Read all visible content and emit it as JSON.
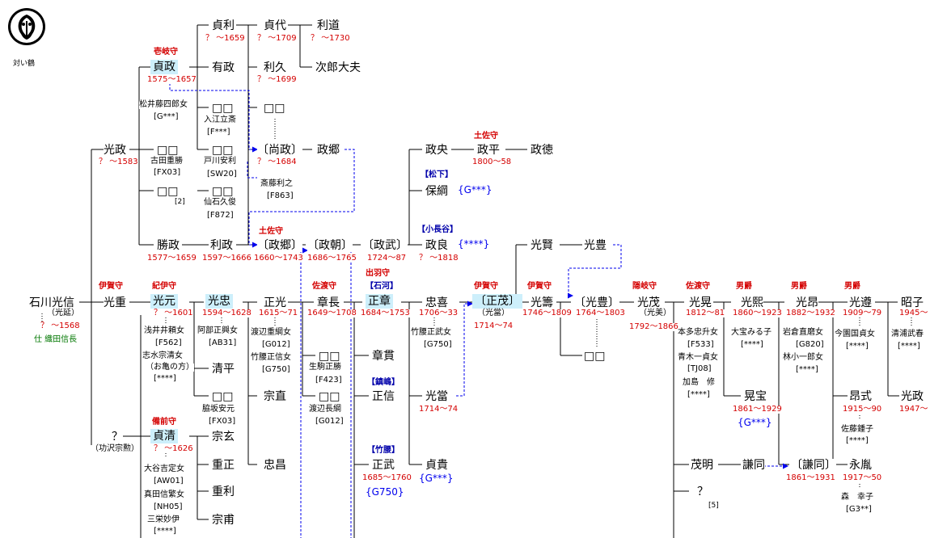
{
  "crest_caption": "対い鶴",
  "colors": {
    "year": "#d40000",
    "title": "#d40000",
    "branch": "#0000aa",
    "link": "#0000ee",
    "highlight": "#cdeffb",
    "service": "#007700"
  },
  "people": {
    "mitsunobu": {
      "name": "石川光信",
      "alias": "（光延）",
      "years": "？ ～1568",
      "service": "仕 織田信長"
    },
    "mitsumasa1": {
      "name": "光政",
      "years": "？ ～1583"
    },
    "mitsushige": {
      "title": "伊賀守",
      "name": "光重"
    },
    "unknown_son": {
      "name": "？",
      "note": "（功沢宗勲）"
    },
    "sadamichi": {
      "title": "壱岐守",
      "name": "貞政",
      "years": "1575～1657"
    },
    "sp_sadamichi": {
      "name": "松井藤四郎女",
      "code": "[G***]"
    },
    "box_a": {
      "name": "□□",
      "spouse": "古田重勝",
      "code": "[FX03]"
    },
    "box_b": {
      "name": "□□",
      "note": "[2]"
    },
    "katsumasa": {
      "name": "勝政",
      "years": "1577～1659"
    },
    "mitsumoto": {
      "title": "紀伊守",
      "name": "光元",
      "years": "？ ～1601",
      "sp1": "浅井井頼女",
      "sp1code": "[F562]",
      "sp2": "志水宗清女",
      "sp2note": "（お亀の方）",
      "sp2code": "[****]"
    },
    "sadakiyo": {
      "title": "備前守",
      "name": "貞清",
      "years": "？ ～1626",
      "sp1": "大谷吉定女",
      "sp1code": "[AW01]",
      "sp2": "真田信繁女",
      "sp2code": "[NH05]",
      "sp3": "三栄妙伊",
      "sp3code": "[****]"
    },
    "sadatoshi": {
      "name": "貞利",
      "years": "？ ～1659"
    },
    "arimasa": {
      "name": "有政"
    },
    "box_c": {
      "name": "□□",
      "spouse": "入江立斎",
      "code": "[F***]"
    },
    "box_d": {
      "name": "□□",
      "spouse": "戸川安利",
      "code": "[SW20]"
    },
    "box_e": {
      "name": "□□",
      "spouse": "仙石久俊",
      "code": "[F872]"
    },
    "toshimasa": {
      "name": "利政",
      "years": "1597～1666"
    },
    "mitsutada": {
      "name": "光忠",
      "years": "1594～1628",
      "sp": "阿部正興女",
      "spcode": "[AB31]"
    },
    "kiyohira": {
      "name": "清平"
    },
    "box_f": {
      "name": "□□",
      "spouse": "脇坂安元",
      "code": "[FX03]"
    },
    "sogen": {
      "name": "宗玄"
    },
    "shigemasa": {
      "name": "重正"
    },
    "shigetoshi": {
      "name": "重利"
    },
    "soho": {
      "name": "宗甫"
    },
    "sadayo": {
      "name": "貞代",
      "years": "？ ～1709"
    },
    "toshihisa": {
      "name": "利久",
      "years": "？ ～1699"
    },
    "box_g": {
      "name": "□□"
    },
    "naomasa": {
      "name": "〔尚政〕",
      "years": "？ ～1684",
      "spouse": "斎藤利之",
      "code": "[F863]"
    },
    "masasato": {
      "title": "土佐守",
      "name": "〔政郷〕",
      "years": "1660～1743"
    },
    "mitsuharu": {
      "name": "正光",
      "years": "1615～71",
      "sp1": "渡辺重綱女",
      "sp1code": "[G012]",
      "sp2": "竹腰正信女",
      "sp2code": "[G750]"
    },
    "munenao": {
      "name": "宗直"
    },
    "tadamasa": {
      "name": "忠昌"
    },
    "toshimichi": {
      "name": "利道",
      "years": "？ ～1730"
    },
    "jirotayu": {
      "name": "次郎大夫"
    },
    "masasato2": {
      "name": "政郷"
    },
    "masatomo": {
      "name": "〔政朝〕",
      "years": "1686～1765"
    },
    "akinaga": {
      "title": "佐渡守",
      "name": "章長",
      "years": "1649～1708"
    },
    "box_h": {
      "name": "□□",
      "spouse": "生駒正勝",
      "code": "[F423]"
    },
    "box_i": {
      "name": "□□",
      "spouse": "渡辺長綱",
      "code": "[G012]"
    },
    "masatake": {
      "name": "〔政武〕",
      "years": "1724～87"
    },
    "masaaki": {
      "title": "出羽守",
      "branch": "【石河】",
      "name": "正章",
      "years": "1684～1753"
    },
    "akinuki": {
      "name": "章貫"
    },
    "masanobu": {
      "branch": "【鎮嶋】",
      "name": "正信"
    },
    "masatake2": {
      "branch": "【竹腰】",
      "name": "正武",
      "years": "1685～1760",
      "code": "{G750}"
    },
    "masachika": {
      "name": "政央"
    },
    "yasutsuna": {
      "branch": "【松下】",
      "name": "保綱",
      "code": "{G***}"
    },
    "masayoshi": {
      "branch": "【小長谷】",
      "name": "政良",
      "years": "？ ～1818",
      "code": "{****}"
    },
    "tadayoshi": {
      "name": "忠喜",
      "years": "1706～33",
      "sp": "竹腰正武女",
      "spcode": "[G750]"
    },
    "mitsuatari": {
      "name": "光當",
      "years": "1714～74"
    },
    "sadataka": {
      "name": "貞貴",
      "code": "{G***}"
    },
    "masahira": {
      "title": "土佐守",
      "name": "政平",
      "years": "1800～58"
    },
    "masanori": {
      "name": "政徳"
    },
    "masashige": {
      "title": "伊賀守",
      "name": "〔正茂〕",
      "alias": "（光當）",
      "years": "1714～74"
    },
    "mitsukata": {
      "title": "伊賀守",
      "name": "光籌",
      "years": "1746～1809"
    },
    "mitsukata2": {
      "name": "光賢"
    },
    "mitsutoyo": {
      "name": "光豊"
    },
    "mitsutoyo2": {
      "name": "〔光豊〕",
      "years": "1764～1803"
    },
    "box_j": {
      "name": "□□"
    },
    "mitsushige2": {
      "title": "隠岐守",
      "name": "光茂",
      "alias": "（光美）",
      "years": "1792～1866"
    },
    "mitsuakira": {
      "title": "佐渡守",
      "name": "光晃",
      "years": "1812～81",
      "sp1": "本多忠升女",
      "sp1code": "[F533]",
      "sp2": "青木一貞女",
      "sp2code": "[TJ08]",
      "sp3": "加島　修",
      "sp3code": "[****]"
    },
    "shigeaki": {
      "name": "茂明"
    },
    "unknown2": {
      "name": "？",
      "note": "[5]"
    },
    "mitsuhiro": {
      "title": "男爵",
      "name": "光熙",
      "years": "1860～1923",
      "sp": "大宝みる子",
      "spcode": "[****]"
    },
    "akiho": {
      "name": "晃宝",
      "years": "1861～1929",
      "code": "{G***}"
    },
    "kendo": {
      "name": "謙同"
    },
    "mitsuaki": {
      "title": "男爵",
      "name": "光昂",
      "years": "1882～1932",
      "sp1": "岩倉直磨女",
      "sp1code": "[G820]",
      "sp2": "林小一郎女",
      "sp2code": "[****]"
    },
    "kendo2": {
      "name": "〔謙同〕",
      "years": "1861～1931"
    },
    "mitsumichi": {
      "title": "男爵",
      "name": "光遵",
      "years": "1909～79",
      "sp": "今園国貞女",
      "spcode": "[****]"
    },
    "akinori": {
      "name": "昂式",
      "years": "1915～90",
      "sp": "佐藤鍾子",
      "spcode": "[****]"
    },
    "nagatane": {
      "name": "永胤",
      "years": "1917～50",
      "sp": "森　幸子",
      "spcode": "[G3**]"
    },
    "akiko": {
      "name": "昭子",
      "years": "1945～",
      "sp": "清浦武春",
      "spcode": "[****]"
    },
    "mitsumasa2": {
      "name": "光政",
      "years": "1947～"
    }
  }
}
